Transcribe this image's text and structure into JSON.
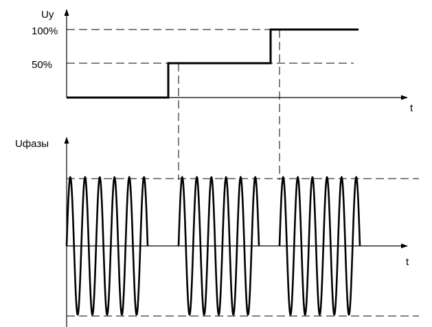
{
  "top_plot": {
    "y_label": "Uy",
    "x_label": "t",
    "tick_100": "100%",
    "tick_50": "50%",
    "control_levels_percent": [
      0,
      50,
      100
    ]
  },
  "bottom_plot": {
    "y_label": "Uфазы",
    "x_label": "t",
    "segments": [
      {
        "cycles": 5.5
      },
      {
        "cycles": 5.5
      },
      {
        "cycles": 5.5
      }
    ]
  },
  "colors": {
    "ink": "#000000",
    "background": "#ffffff"
  }
}
